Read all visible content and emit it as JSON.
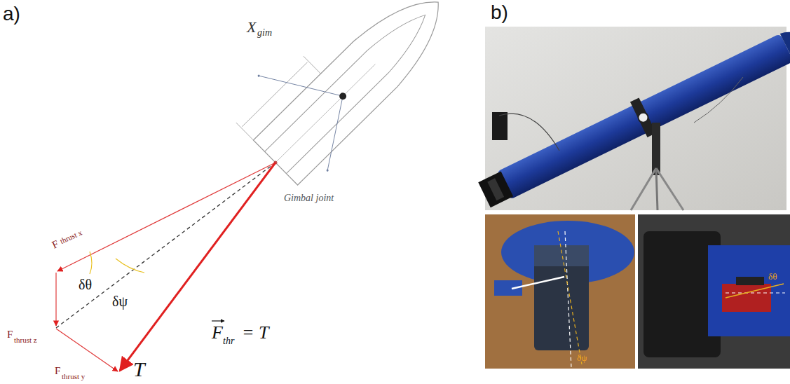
{
  "diagram": {
    "labels": [
      "a)",
      "b)",
      "X",
      "gim",
      "Gimbal joint",
      "F",
      "thrust x",
      "F",
      "thrust z",
      "F",
      "thrust y",
      "δθ",
      "δψ",
      "T",
      "F",
      "thr",
      "= T",
      "δψ",
      "δθ"
    ]
  }
}
